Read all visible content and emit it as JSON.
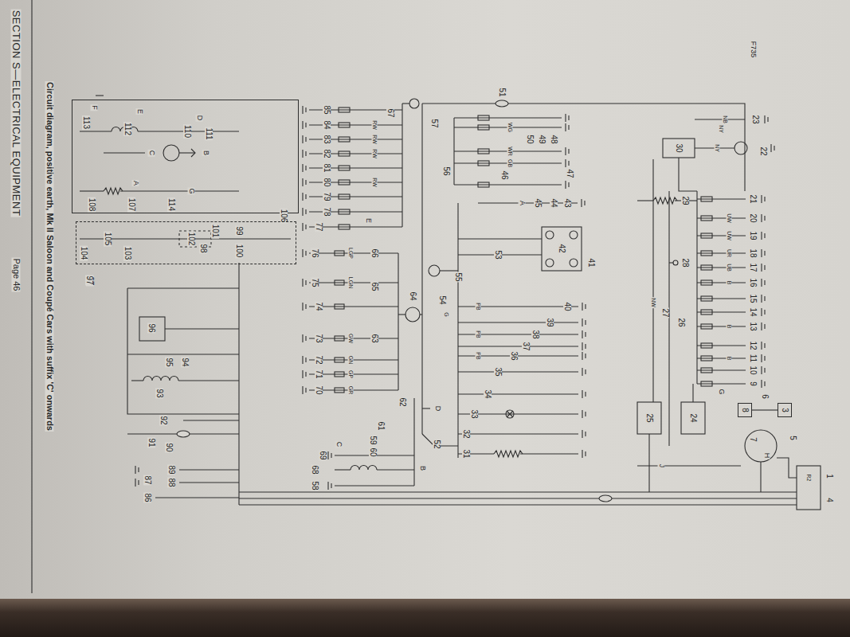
{
  "diagram": {
    "title": "SECTION S—ELECTRICAL EQUIPMENT",
    "caption": "Circuit diagram, positive earth, Mk II Saloon and Coupé Cars with suffix 'C' onwards",
    "nodes": [
      {
        "text": [
          "106"
        ]
      },
      {
        "text": [
          "97"
        ]
      },
      {
        "text": [
          "8"
        ]
      },
      {
        "text": [
          "3"
        ]
      }
    ],
    "edges": [
      {
        "from": 2,
        "to": 3,
        "arrow": "none"
      }
    ],
    "labels": [
      "Page 46",
      "1",
      "4",
      "5",
      "6",
      "7",
      "9",
      "10",
      "11",
      "12",
      "13",
      "14",
      "15",
      "16",
      "17",
      "18",
      "19",
      "20",
      "21",
      "22",
      "23",
      "F735",
      "24",
      "25",
      "26",
      "27",
      "28",
      "29",
      "30",
      "G",
      "H",
      "J",
      "31",
      "32",
      "33",
      "34",
      "35",
      "36",
      "37",
      "38",
      "39",
      "40",
      "41",
      "42",
      "43",
      "44",
      "45",
      "A",
      "46",
      "47",
      "48",
      "49",
      "50",
      "51",
      "52",
      "53",
      "54",
      "55",
      "56",
      "57",
      "B",
      "D",
      "58",
      "59",
      "60",
      "61",
      "62",
      "63",
      "64",
      "65",
      "66",
      "67",
      "68",
      "69",
      "70",
      "71",
      "72",
      "73",
      "74",
      "75",
      "76",
      "77",
      "78",
      "79",
      "80",
      "81",
      "82",
      "83",
      "84",
      "85",
      "E",
      "C",
      "86",
      "87",
      "88",
      "89",
      "90",
      "91",
      "92",
      "93",
      "94",
      "95",
      "96",
      "97",
      "98",
      "99",
      "100",
      "101",
      "102",
      "103",
      "104",
      "105",
      "107",
      "108",
      "A",
      "114",
      "G",
      "110",
      "D",
      "111",
      "B",
      "C",
      "112",
      "E",
      "113",
      "F",
      "R2",
      "RW",
      "RW",
      "RW",
      "RW",
      "GW",
      "GN",
      "GP",
      "GR",
      "LGP",
      "LGN",
      "NW",
      "NY",
      "NY",
      "NB",
      "UW",
      "UW",
      "UR",
      "UB",
      "B",
      "B",
      "B",
      "PB",
      "PB",
      "PB",
      "G",
      "WG",
      "WR",
      "GB"
    ]
  }
}
